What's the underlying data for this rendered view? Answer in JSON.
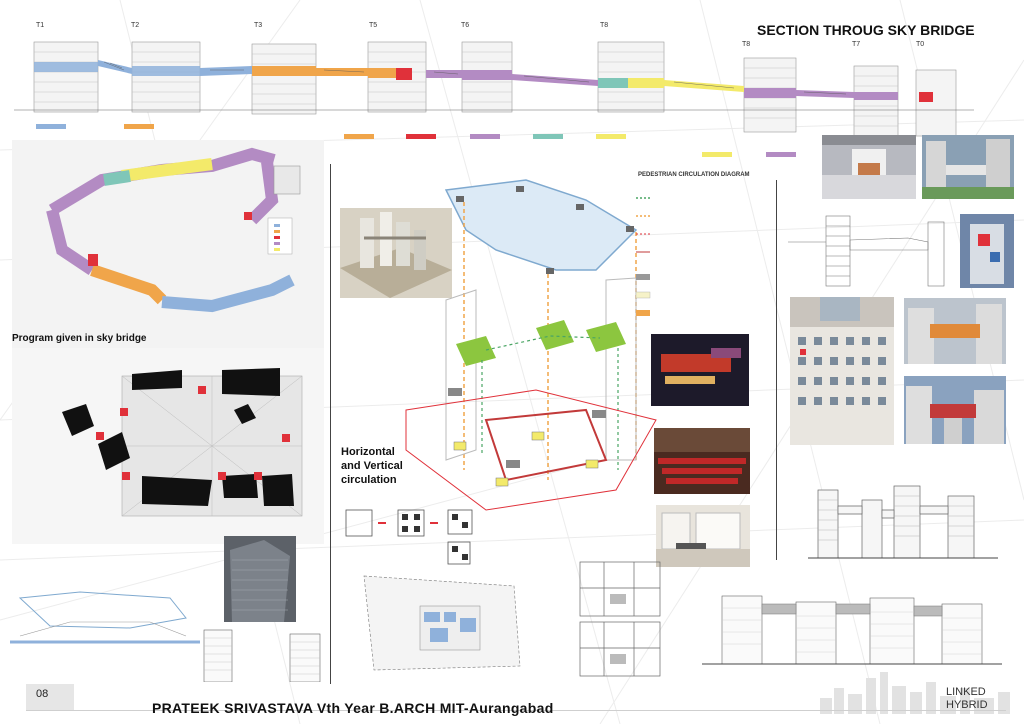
{
  "header": {
    "title": "SECTION THROUG SKY BRIDGE",
    "towers": [
      "T1",
      "T2",
      "T3",
      "T5",
      "T6",
      "T8",
      "T8",
      "T7",
      "T0"
    ]
  },
  "captions": {
    "program": "Program given in sky bridge",
    "circulation_l1": "Horizontal",
    "circulation_l2": "and Vertical",
    "circulation_l3": "circulation"
  },
  "diagram": {
    "title": "PEDESTRIAN CIRCULATION DIAGRAM"
  },
  "colors": {
    "blue": "#8fb1db",
    "orange": "#f0a54a",
    "red": "#e0313a",
    "purple": "#b38bc3",
    "teal": "#7fc6b8",
    "yellow": "#f3ea6a",
    "green": "#8cc63f",
    "brown": "#8b6b4e"
  },
  "footer": {
    "page_number": "08",
    "author_line": "PRATEEK SRIVASTAVA Vth Year B.ARCH MIT-Aurangabad",
    "brand_l1": "LINKED",
    "brand_l2": "HYBRID"
  }
}
